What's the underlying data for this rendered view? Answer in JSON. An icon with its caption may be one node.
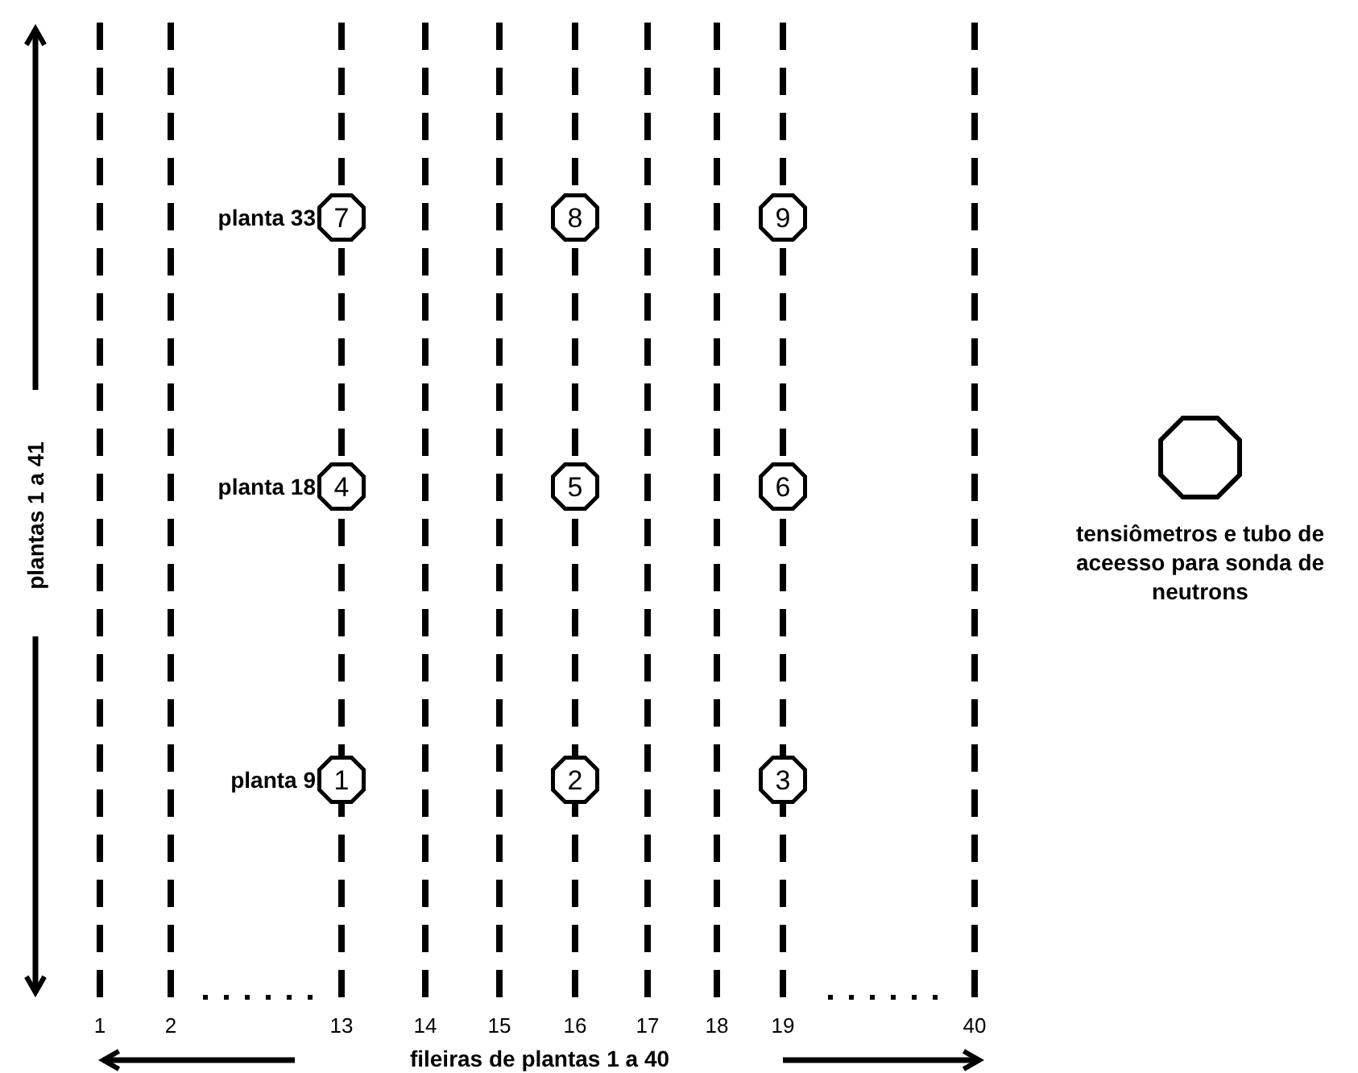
{
  "diagram": {
    "nodes": [
      {
        "text": [
          "7"
        ],
        "beside": [
          "planta 33"
        ]
      },
      {
        "text": [
          "8"
        ]
      },
      {
        "text": [
          "9"
        ]
      },
      {
        "text": [
          "4"
        ],
        "beside": [
          "planta 18"
        ]
      },
      {
        "text": [
          "5"
        ]
      },
      {
        "text": [
          "6"
        ]
      },
      {
        "text": [
          "1"
        ],
        "beside": [
          "planta 9"
        ]
      },
      {
        "text": [
          "2"
        ]
      },
      {
        "text": [
          "3"
        ]
      }
    ],
    "edges": [],
    "labels": [
      "plantas 1 a 41",
      "1",
      "2",
      "13",
      "14",
      "15",
      "16",
      "17",
      "18",
      "19",
      "40",
      "fileiras de plantas 1 a 40"
    ],
    "legend": [
      {
        "text": "tensiômetros e tubo de aceesso para sonda de neutrons"
      }
    ]
  }
}
